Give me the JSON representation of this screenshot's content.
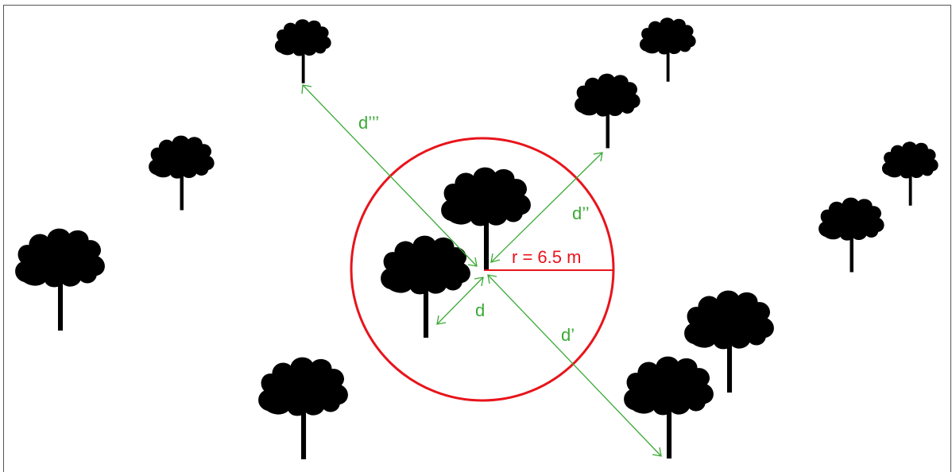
{
  "diagram": {
    "radius_label": "r = 6.5 m",
    "distance_labels": {
      "d": "d",
      "d1": "d’",
      "d2": "d’’",
      "d3": "d’’’"
    },
    "colors": {
      "circle": "#e8141b",
      "distance": "#3aa935",
      "tree": "#000000",
      "background": "#ffffff",
      "border": "#555555"
    },
    "tree_icon": "tree-icon"
  }
}
